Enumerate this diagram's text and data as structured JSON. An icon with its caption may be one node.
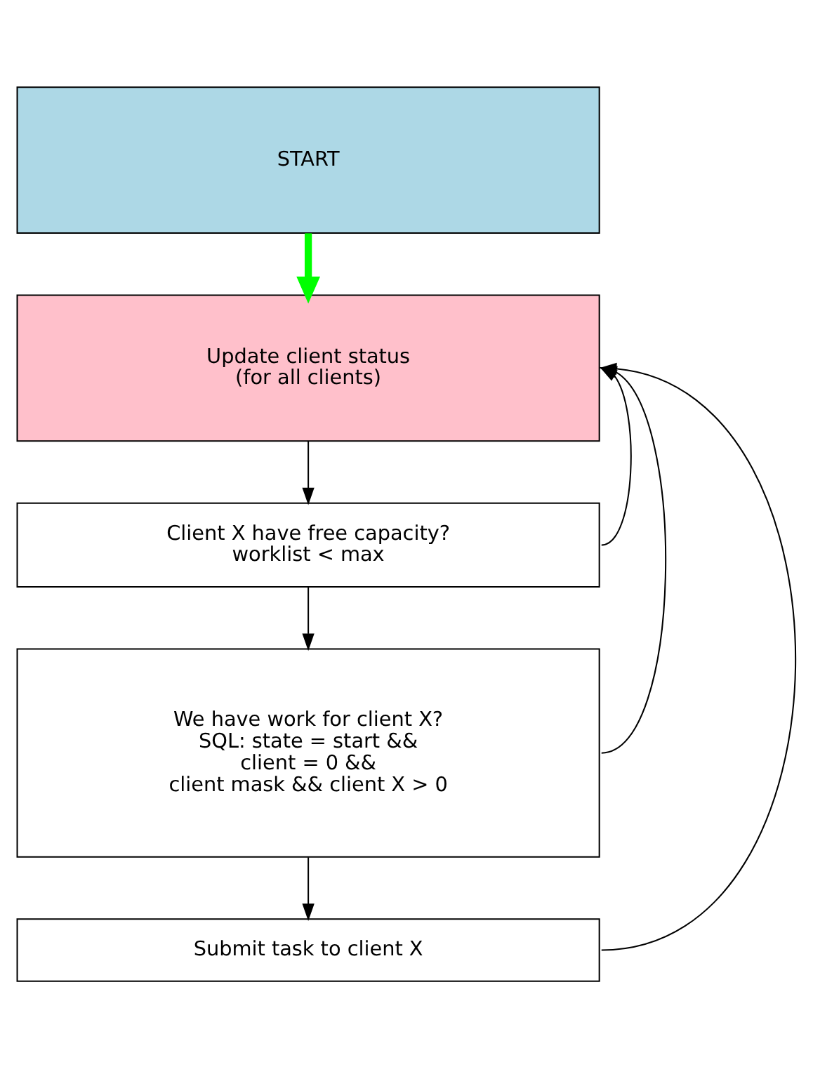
{
  "diagram": {
    "nodes": [
      {
        "text": [
          "START"
        ]
      },
      {
        "text": [
          "Update client status",
          "(for all clients)"
        ]
      },
      {
        "text": [
          "Client X have free capacity?",
          "worklist < max"
        ]
      },
      {
        "text": [
          "We have work for client X?",
          "SQL: state = start &&",
          "client = 0 &&",
          "client mask && client X > 0"
        ]
      },
      {
        "text": [
          "Submit task to client X"
        ]
      }
    ],
    "edges": [
      {
        "from": 0,
        "to": 1,
        "arrow": "to",
        "style": "thick",
        "color": "#00ff00"
      },
      {
        "from": 1,
        "to": 2,
        "arrow": "to"
      },
      {
        "from": 2,
        "to": 3,
        "arrow": "to"
      },
      {
        "from": 3,
        "to": 4,
        "arrow": "to"
      },
      {
        "from": 2,
        "to": 1,
        "arrow": "to"
      },
      {
        "from": 3,
        "to": 1,
        "arrow": "to"
      },
      {
        "from": 4,
        "to": 1,
        "arrow": "to"
      }
    ]
  }
}
